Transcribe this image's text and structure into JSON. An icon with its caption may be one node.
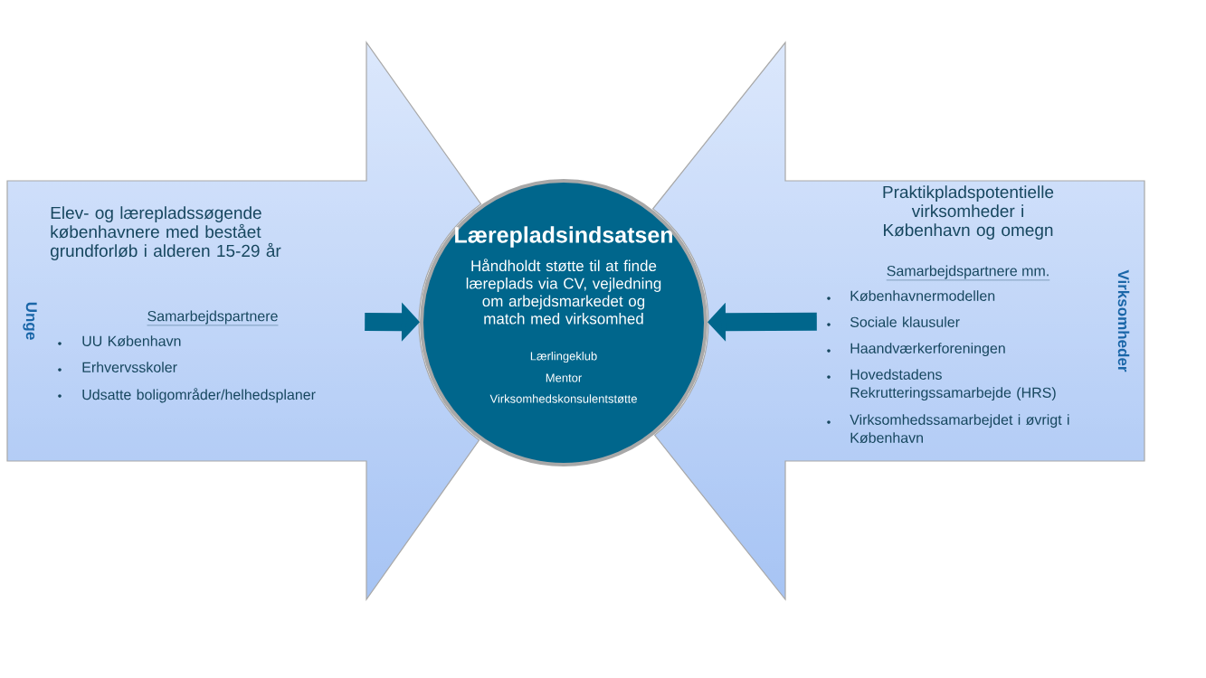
{
  "diagram": {
    "nodes": [
      {
        "text": [
          "Unge",
          "Elev- og lærepladssøgende københavnere med bestået grundforløb i alderen 15-29 år",
          "Samarbejdspartnere",
          "UU København",
          "Erhvervsskoler",
          "Udsatte boligområder/helhedsplaner"
        ]
      },
      {
        "text": [
          "Virksomheder",
          "Praktikpladspotentielle virksomheder i København og omegn",
          "Samarbejdspartnere mm.",
          "Københavnermodellen",
          "Sociale klausuler",
          "Haandværkerforeningen",
          "Hovedstadens Rekrutteringssamarbejde (HRS)",
          "Virksomhedssamarbejdet i øvrigt i København"
        ]
      },
      {
        "text": [
          "Lærepladsindsatsen",
          "Håndholdt støtte til at finde læreplads via CV, vejledning om arbejdsmarkedet og match med virksomhed",
          "Lærlingeklub",
          "Mentor",
          "Virksomhedskonsulentstøtte"
        ]
      }
    ],
    "edges": [
      {
        "from": 0,
        "to": 2,
        "arrow": "to"
      },
      {
        "from": 1,
        "to": 2,
        "arrow": "to"
      }
    ]
  }
}
